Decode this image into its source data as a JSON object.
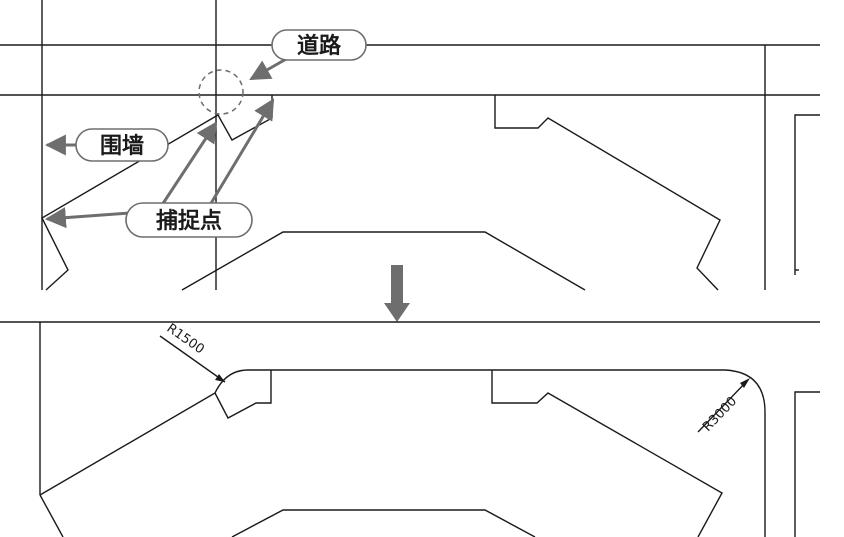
{
  "callouts": {
    "road": "道路",
    "wall": "围墙",
    "snap": "捕捉点"
  },
  "dimensions": {
    "radius_small": "R1500",
    "radius_large": "R3000"
  },
  "colors": {
    "line": "#1a1a1a",
    "callout_grey": "#6e6e6e",
    "background": "#ffffff"
  },
  "icons": {
    "transition": "down-arrow-icon"
  }
}
